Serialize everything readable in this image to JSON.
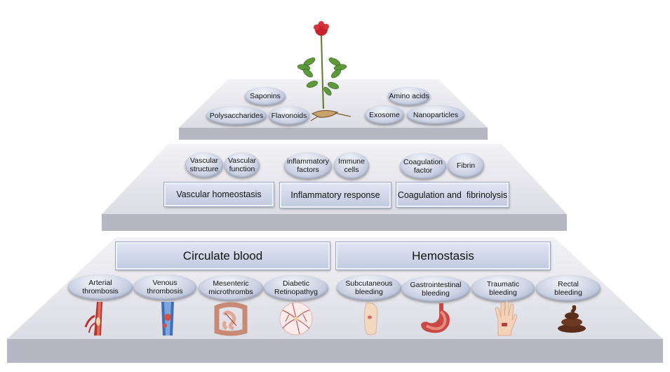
{
  "tier1": {
    "pills": [
      "Saponins",
      "Polysaccharides",
      "Flavonoids",
      "Amino acids",
      "Exosome",
      "Nanoparticles"
    ]
  },
  "tier2": {
    "pills": [
      {
        "line1": "Vascular",
        "line2": "structure"
      },
      {
        "line1": "Vascular",
        "line2": "function"
      },
      {
        "line1": "inflammatory",
        "line2": "factors"
      },
      {
        "line1": "Immune",
        "line2": "cells"
      },
      {
        "line1": "Coagulation",
        "line2": "factor"
      },
      {
        "line1": "Fibrin",
        "line2": ""
      }
    ],
    "boxes": [
      "Vascular homeostasis",
      "Inflammatory response",
      "Coagulation and  fibrinolysis"
    ]
  },
  "tier3": {
    "boxes": [
      "Circulate blood",
      "Hemostasis"
    ],
    "pills": [
      {
        "line1": "Arterial",
        "line2": "thrombosis",
        "icon": "artery-icon"
      },
      {
        "line1": "Venous",
        "line2": "thrombosis",
        "icon": "vein-clot-icon"
      },
      {
        "line1": "Mesenteric",
        "line2": "microthrombs",
        "icon": "intestine-icon"
      },
      {
        "line1": "Diabetic",
        "line2": "Retinopathyg",
        "icon": "retina-icon"
      },
      {
        "line1": "Subcutaneous",
        "line2": "bleeding",
        "icon": "foot-bruise-icon"
      },
      {
        "line1": "Gastrointestinal",
        "line2": "bleeding",
        "icon": "stomach-icon"
      },
      {
        "line1": "Traumatic",
        "line2": "bleeding",
        "icon": "wounded-hand-icon"
      },
      {
        "line1": "Rectal",
        "line2": "bleeding",
        "icon": "stool-icon"
      }
    ]
  },
  "colors": {
    "slab_top": "#e6e6ec",
    "slab_front": "#b3b3bf",
    "pill": "#c9d0e2",
    "box": "#d3d9ea"
  }
}
